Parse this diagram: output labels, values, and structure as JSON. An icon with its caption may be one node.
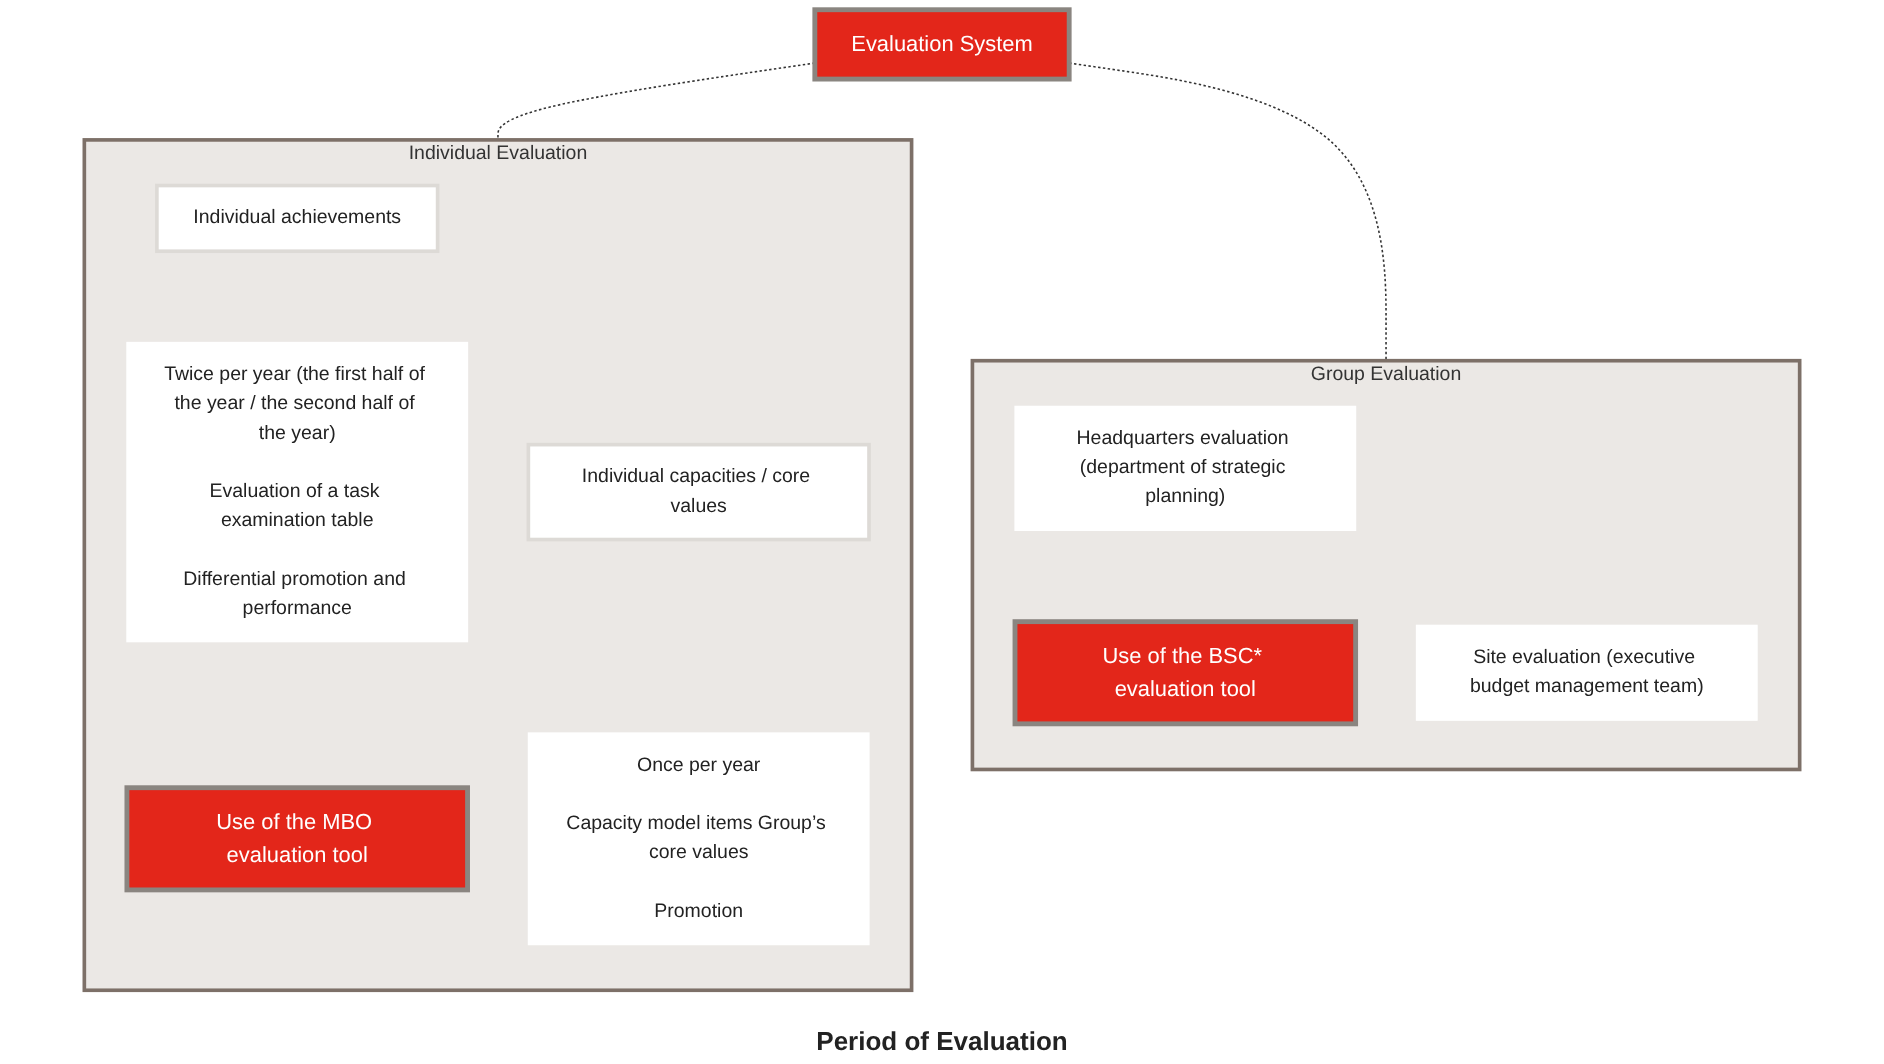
{
  "diagram": {
    "nodes": [
      {
        "text": [
          "Evaluation System"
        ]
      },
      {
        "text": [
          "Individual Evaluation"
        ]
      },
      {
        "text": [
          "Individual achievements"
        ],
        "in": 1
      },
      {
        "text": [
          "Individual capacities / core values"
        ],
        "in": 1
      },
      {
        "text": [
          "Twice per year (the first half of the year / the second half of the year)",
          "Evaluation of a task examination table",
          "Differential promotion and performance"
        ],
        "in": 1
      },
      {
        "text": [
          "Once per year",
          "Capacity model items Group’s core values",
          "Promotion"
        ],
        "in": 1
      },
      {
        "text": [
          "Use of the MBO evaluation tool"
        ],
        "in": 1
      },
      {
        "text": [
          "Group Evaluation"
        ]
      },
      {
        "text": [
          "Headquarters evaluation (department of strategic planning)"
        ],
        "in": 7
      },
      {
        "text": [
          "Site evaluation (executive budget management team)"
        ],
        "in": 7
      },
      {
        "text": [
          "Use of the BSC* evaluation tool"
        ],
        "in": 7
      }
    ],
    "edges": [
      {
        "from": 0,
        "to": 1,
        "arrow": "none",
        "style": "dashed"
      },
      {
        "from": 0,
        "to": 7,
        "arrow": "none",
        "style": "dashed"
      }
    ],
    "labels": [
      "Period of Evaluation"
    ]
  }
}
